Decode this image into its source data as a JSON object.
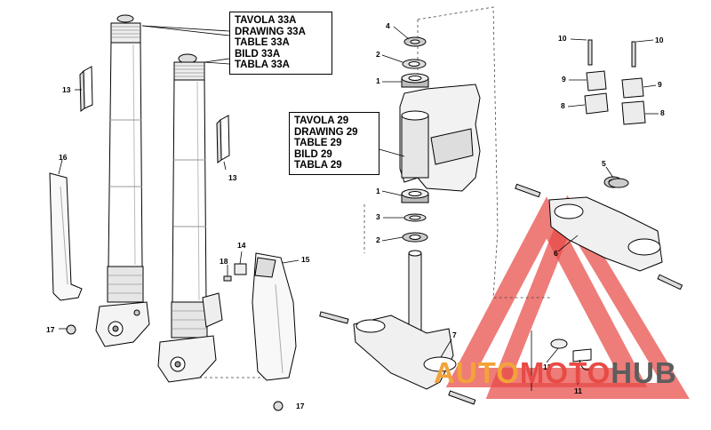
{
  "reference_boxes": {
    "table_33a": [
      "TAVOLA 33A",
      "DRAWING 33A",
      "TABLE 33A",
      "BILD 33A",
      "TABLA 33A"
    ],
    "table_29": [
      "TAVOLA 29",
      "DRAWING 29",
      "TABLE 29",
      "BILD 29",
      "TABLA 29"
    ]
  },
  "callouts": {
    "c13a": "13",
    "c13b": "13",
    "c16": "16",
    "c17a": "17",
    "c17b": "17",
    "c14": "14",
    "c18": "18",
    "c15": "15",
    "c4": "4",
    "c2a": "2",
    "c1a": "1",
    "c1b": "1",
    "c3": "3",
    "c2b": "2",
    "c7": "7",
    "c10a": "10",
    "c10b": "10",
    "c9a": "9",
    "c9b": "9",
    "c8a": "8",
    "c8b": "8",
    "c5": "5",
    "c6": "6",
    "c12": "12",
    "c11": "11"
  },
  "watermark": {
    "part1": "AUTO",
    "part2": "MOTO",
    "part3": "HUB"
  },
  "colors": {
    "watermark_red": "#e84a45",
    "watermark_orange": "#f3a338",
    "watermark_grey": "#5d5d5d"
  }
}
